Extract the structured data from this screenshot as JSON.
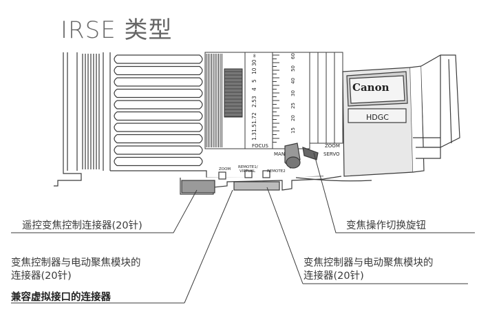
{
  "title": "IRSE 类型",
  "callouts": {
    "remote_connector": "遥控变焦控制连接器(20针)",
    "servo_switch": "变焦操作切换旋钮",
    "left_connector_line1": "变焦控制器与电动聚焦模块的",
    "left_connector_line2": "连接器(20针)",
    "virtual_note": "兼容虚拟接口的连接器",
    "right_connector_line1": "变焦控制器与电动聚焦模块的",
    "right_connector_line2": "连接器(20针)"
  },
  "lens_markings": {
    "brand": "Canon",
    "model_badge": "HDGC",
    "focus": "FOCUS",
    "zoom": "ZOOM",
    "man": "MAN",
    "servo": "SERVO",
    "port_zoom": "ZOOM",
    "port_remote1": "REMOTE1/",
    "port_virtual": "VIRTUAL",
    "port_remote2": "REMOTE2",
    "focus_scale": [
      "∞",
      "30",
      "10",
      "5",
      "4",
      "3",
      "2.5",
      "2",
      "1.7",
      "1.5",
      "1.3"
    ],
    "scale_marks": [
      "60",
      "50",
      "40",
      "30",
      "25",
      "20",
      "15"
    ]
  },
  "colors": {
    "line": "#3a3a3a",
    "body_fill": "#ffffff",
    "panel_fill": "#e8e8e8",
    "dark_fill": "#555555",
    "title": "#666666"
  }
}
